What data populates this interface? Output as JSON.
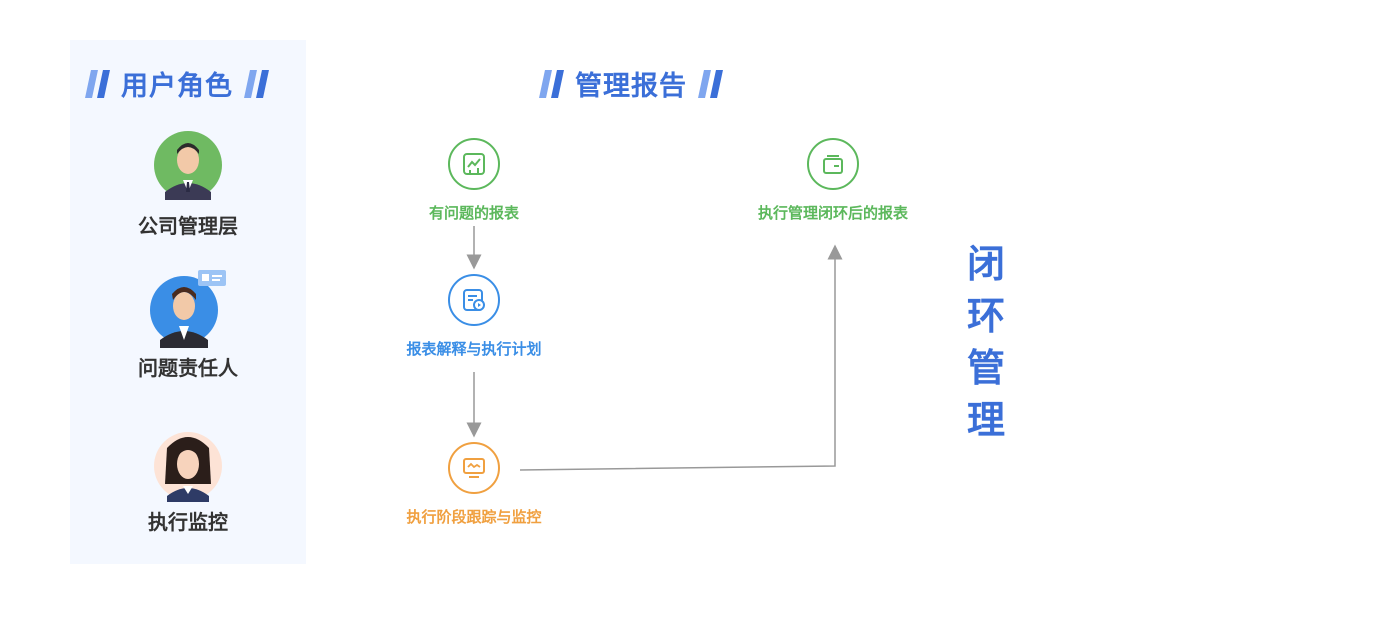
{
  "roles_title": "用户角色",
  "report_title": "管理报告",
  "roles": [
    {
      "label": "公司管理层"
    },
    {
      "label": "问题责任人"
    },
    {
      "label": "执行监控"
    }
  ],
  "flow": [
    {
      "label": "有问题的报表",
      "color": "#5cb85c",
      "icon": "chart-report-icon"
    },
    {
      "label": "报表解释与执行计划",
      "color": "#3a8ee6",
      "icon": "report-play-icon"
    },
    {
      "label": "执行阶段跟踪与监控",
      "color": "#f0a040",
      "icon": "monitor-icon"
    },
    {
      "label": "执行管理闭环后的报表",
      "color": "#5cb85c",
      "icon": "wallet-report-icon"
    }
  ],
  "closed_loop": [
    "闭",
    "环",
    "管",
    "理"
  ],
  "colors": {
    "accent": "#3b6fd8",
    "panel": "#f4f8ff",
    "arrow": "#999999"
  }
}
